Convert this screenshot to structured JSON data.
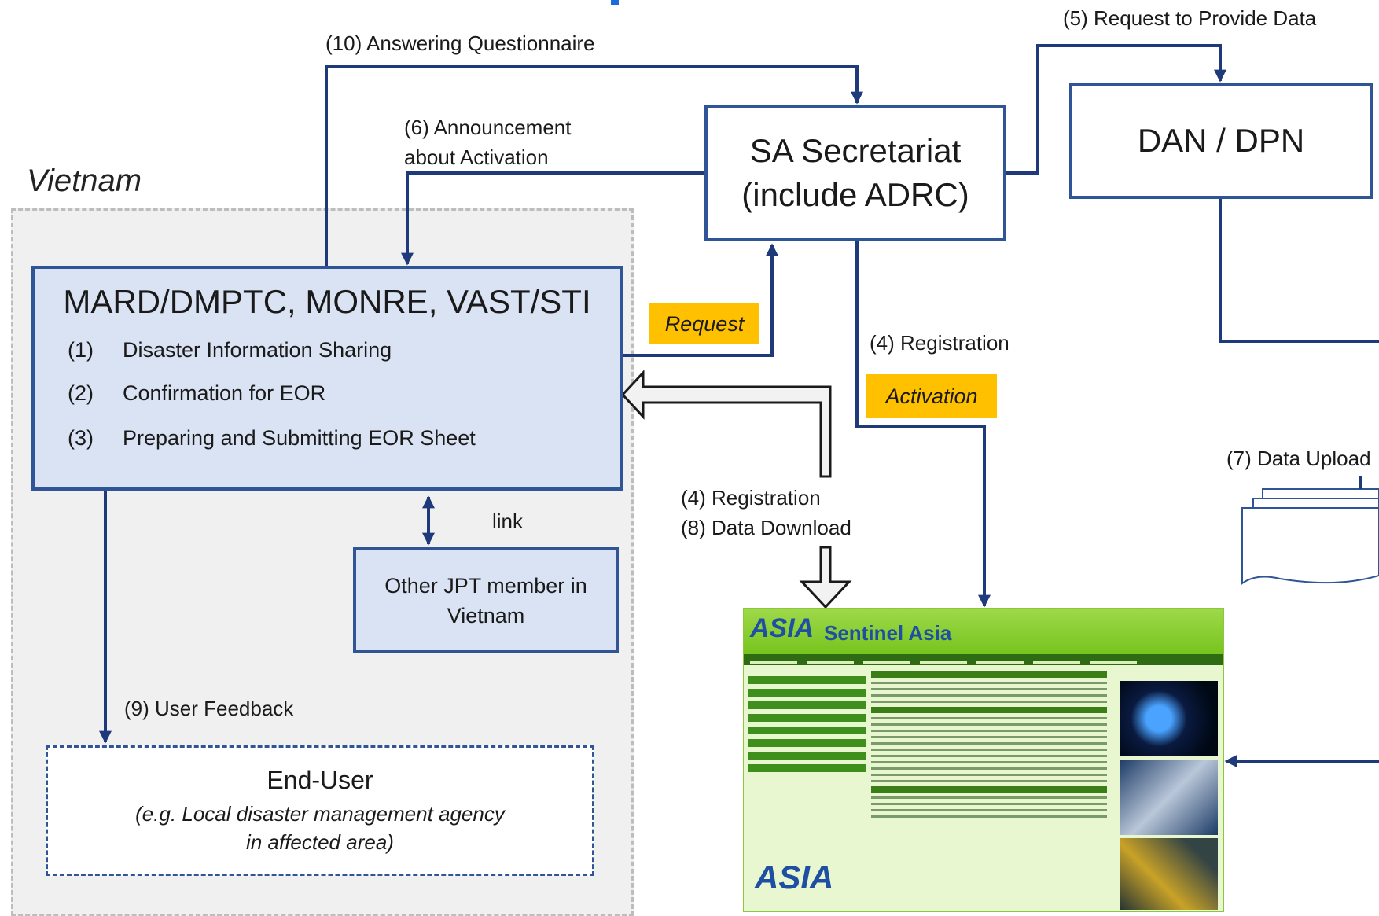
{
  "region": {
    "label": "Vietnam"
  },
  "nodes": {
    "sa_secretariat": {
      "line1": "SA Secretariat",
      "line2": "(include ADRC)"
    },
    "dan_dpn": {
      "label": "DAN / DPN"
    },
    "mard": {
      "title": "MARD/DMPTC, MONRE, VAST/STI",
      "items": [
        {
          "num": "(1)",
          "text": "Disaster Information Sharing"
        },
        {
          "num": "(2)",
          "text": "Confirmation for EOR"
        },
        {
          "num": "(3)",
          "text": "Preparing and Submitting EOR Sheet"
        }
      ]
    },
    "jpt": {
      "line1": "Other JPT member in",
      "line2": "Vietnam"
    },
    "end_user": {
      "title": "End-User",
      "line1": "(e.g. Local disaster management agency",
      "line2": "in affected area)"
    },
    "website": {
      "brand": "Sentinel Asia",
      "logo": "ASIA"
    }
  },
  "tags": {
    "request": "Request",
    "activation": "Activation"
  },
  "edges": {
    "answering_questionnaire": "(10) Answering Questionnaire",
    "request_to_provide": "(5) Request to Provide Data",
    "announcement_line1": "(6) Announcement",
    "announcement_line2": "about Activation",
    "registration_sa": "(4) Registration",
    "registration_web": "(4) Registration",
    "data_download": "(8) Data Download",
    "data_upload": "(7) Data Upload",
    "user_feedback": "(9) User Feedback",
    "link": "link"
  },
  "colors": {
    "arrow": "#1f3a7a",
    "box_border": "#2f5597",
    "box_fill": "#dae3f3",
    "tag": "#ffc000"
  }
}
